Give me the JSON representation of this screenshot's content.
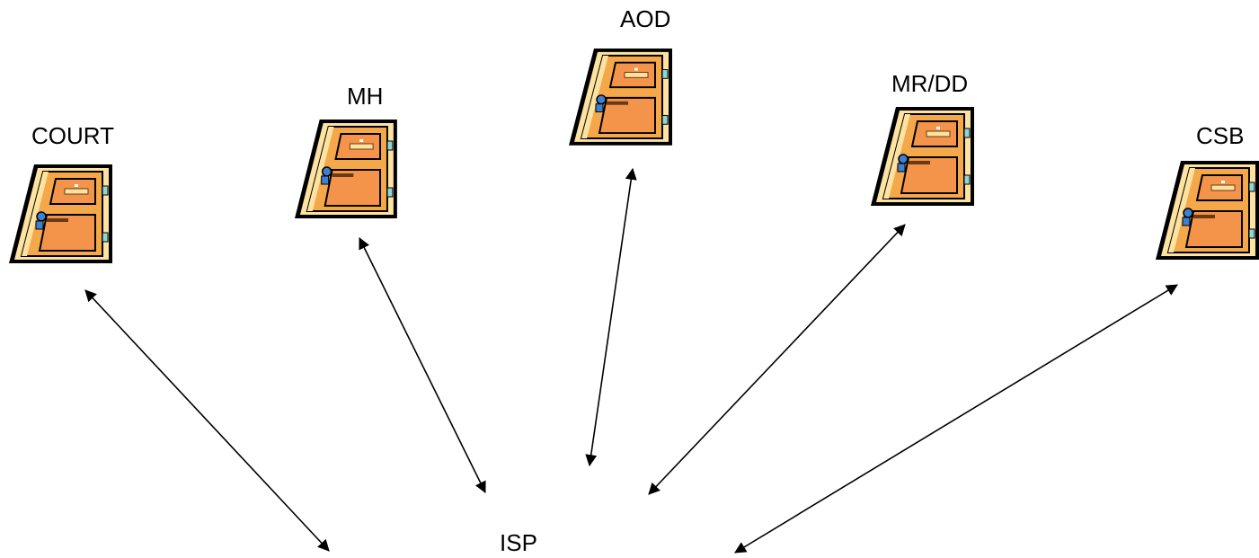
{
  "diagram": {
    "center": {
      "label": "ISP"
    },
    "doors": [
      {
        "id": "court",
        "label": "COURT",
        "icon": "door-icon"
      },
      {
        "id": "mh",
        "label": "MH",
        "icon": "door-icon"
      },
      {
        "id": "aod",
        "label": "AOD",
        "icon": "door-icon"
      },
      {
        "id": "mrdd",
        "label": "MR/DD",
        "icon": "door-icon"
      },
      {
        "id": "csb",
        "label": "CSB",
        "icon": "door-icon"
      }
    ],
    "connections": [
      {
        "from": "court",
        "to": "isp",
        "type": "bidirectional"
      },
      {
        "from": "mh",
        "to": "isp",
        "type": "bidirectional"
      },
      {
        "from": "aod",
        "to": "isp",
        "type": "bidirectional"
      },
      {
        "from": "mrdd",
        "to": "isp",
        "type": "bidirectional"
      },
      {
        "from": "csb",
        "to": "isp",
        "type": "bidirectional"
      }
    ],
    "colors": {
      "door_frame": "#000000",
      "door_body": "#f4a84a",
      "door_panel": "#f4944a",
      "door_highlight": "#fde2a0",
      "door_handle": "#3d7fd0",
      "door_hinge": "#8fd6d6",
      "arrow": "#000000"
    }
  }
}
